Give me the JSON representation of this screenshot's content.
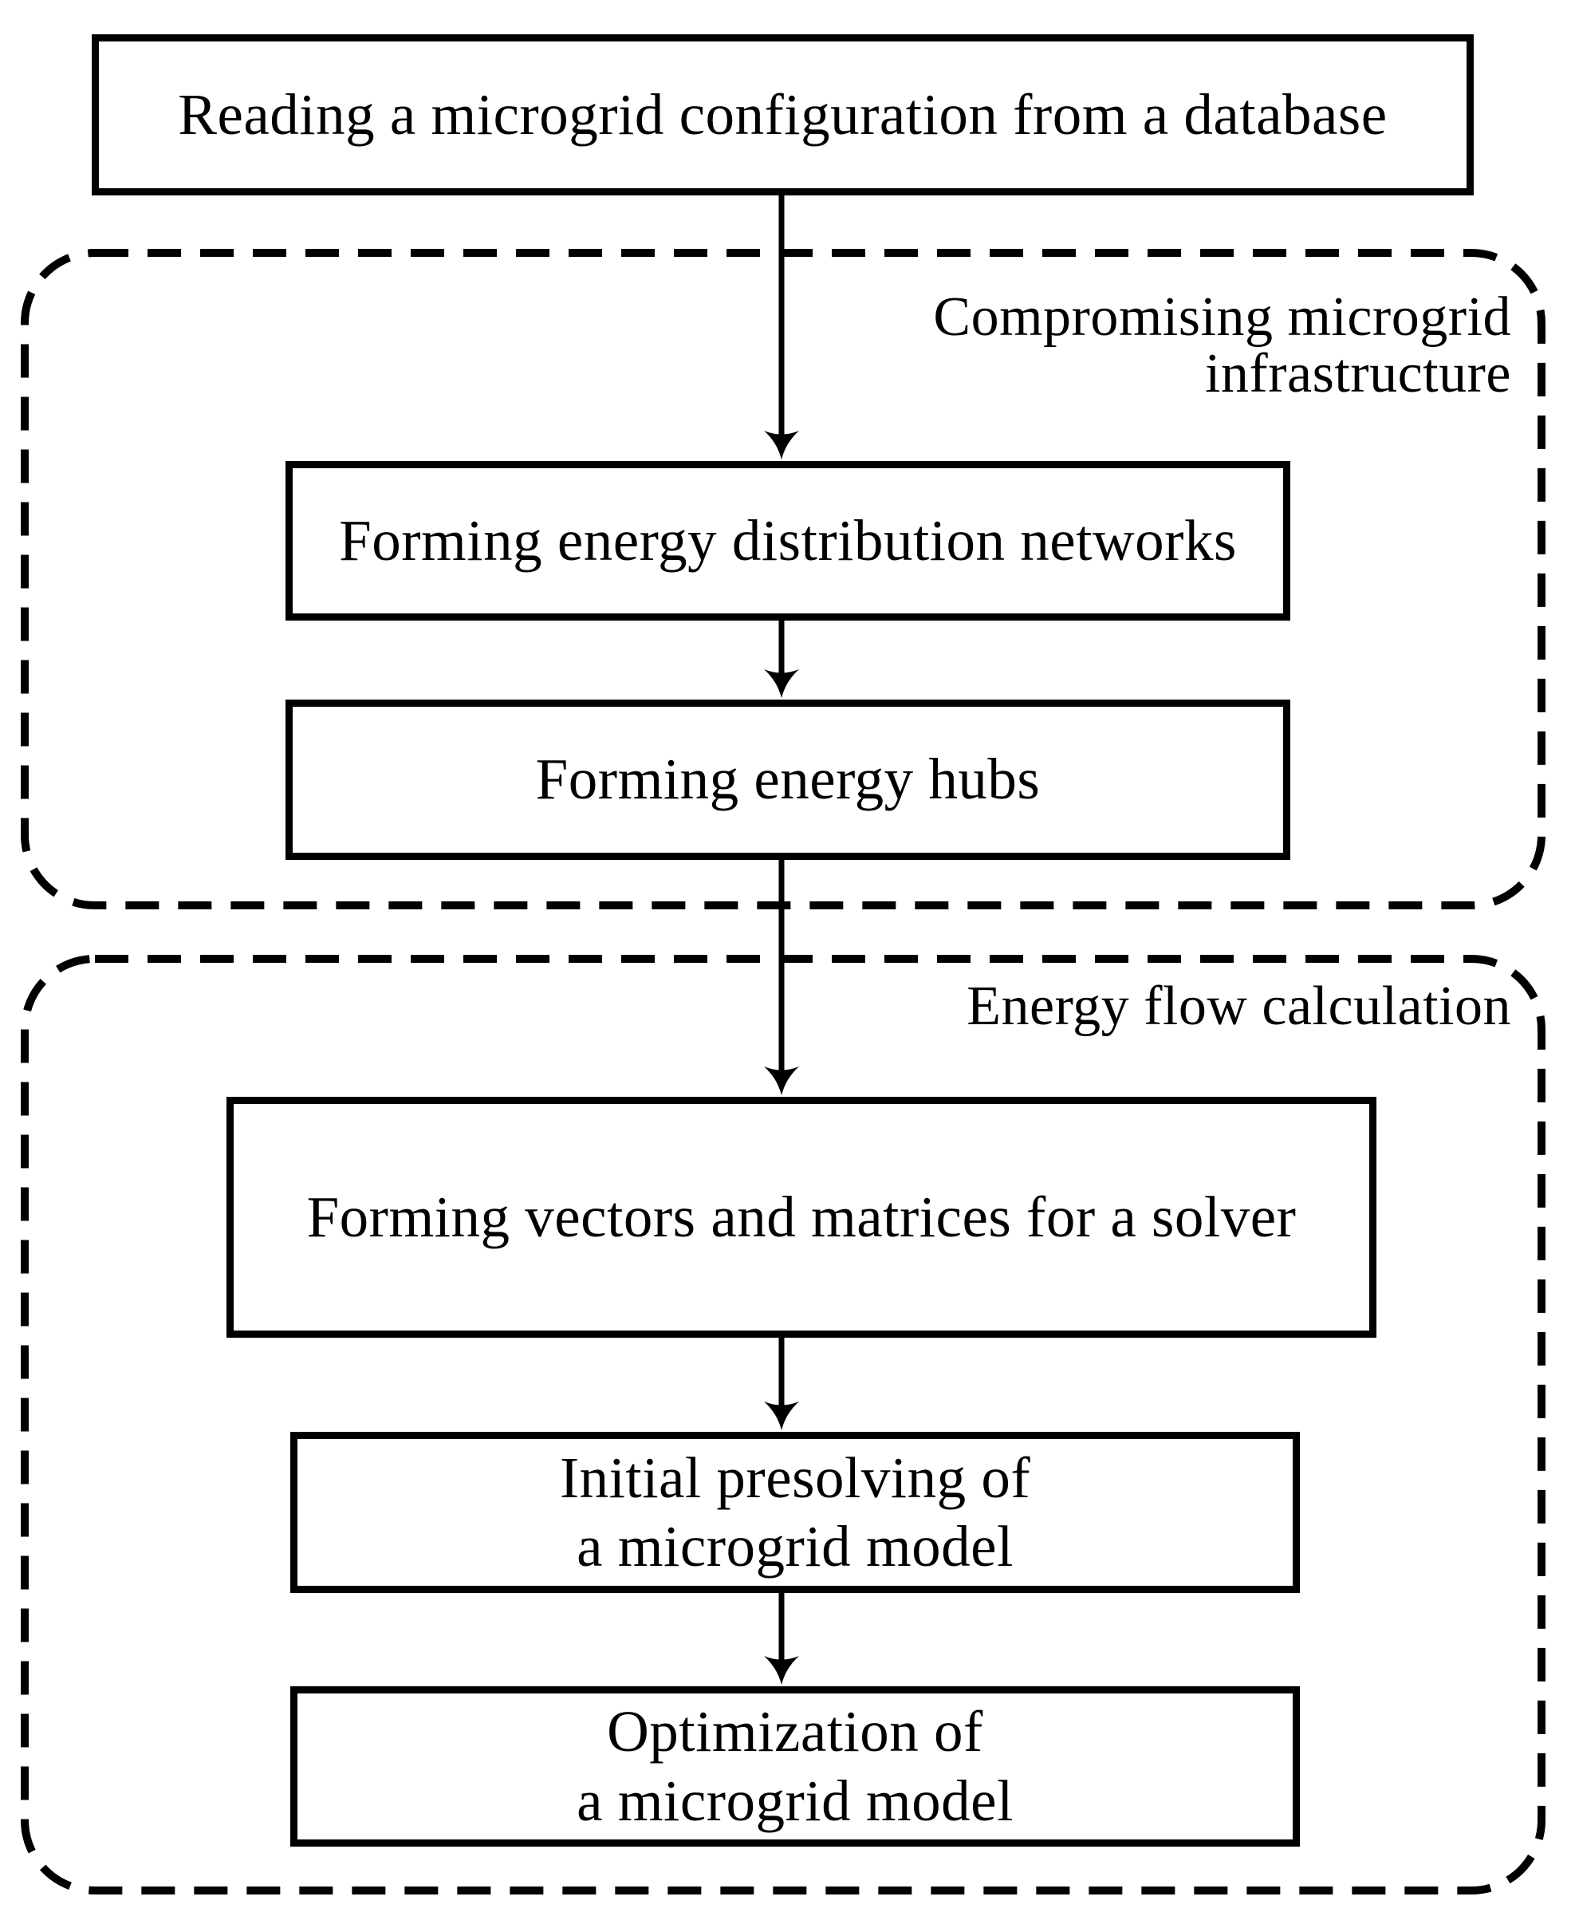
{
  "figure": {
    "type": "flowchart",
    "background_color": "#ffffff",
    "ink_color": "#000000"
  },
  "flowchart": {
    "nodes": {
      "read_db": {
        "label": "Reading a microgrid configuration from a database"
      },
      "distribution": {
        "label": "Forming energy distribution networks"
      },
      "hubs": {
        "label": "Forming energy hubs"
      },
      "vectors": {
        "label": "Forming vectors and matrices for a solver"
      },
      "presolve": {
        "label": "Initial presolving of\na microgrid model"
      },
      "optimize": {
        "label": "Optimization of\na microgrid model"
      }
    },
    "groups": {
      "infrastructure": {
        "label": "Compromising microgrid\ninfrastructure"
      },
      "energy_flow": {
        "label": "Energy flow calculation"
      }
    }
  }
}
